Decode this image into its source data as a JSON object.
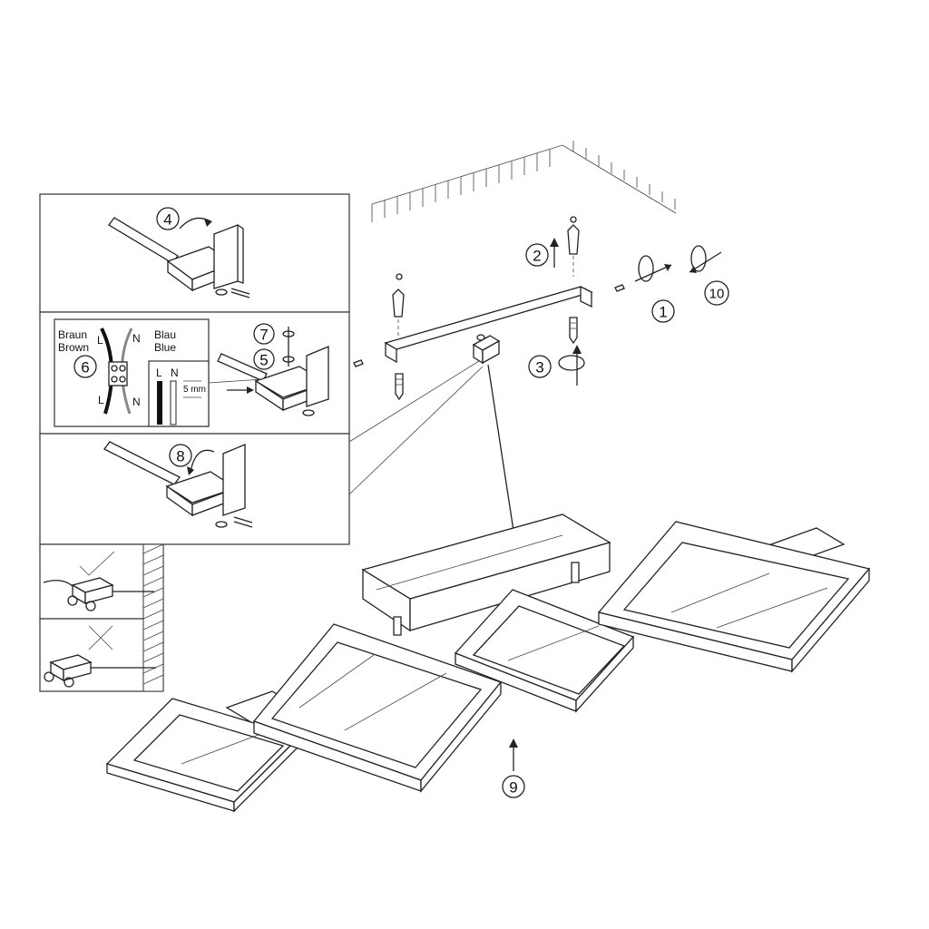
{
  "steps": [
    "1",
    "2",
    "3",
    "4",
    "5",
    "6",
    "7",
    "8",
    "9",
    "10"
  ],
  "wiring": {
    "left_top": "Braun",
    "left_bottom": "Brown",
    "right_top": "Blau",
    "right_bottom": "Blue",
    "l_mark": "L",
    "n_mark": "N",
    "l_wire": "L",
    "n_wire": "N",
    "strip_length": "5 mm"
  },
  "panel_checks": {
    "correct": "✓",
    "wrong": "✕"
  }
}
